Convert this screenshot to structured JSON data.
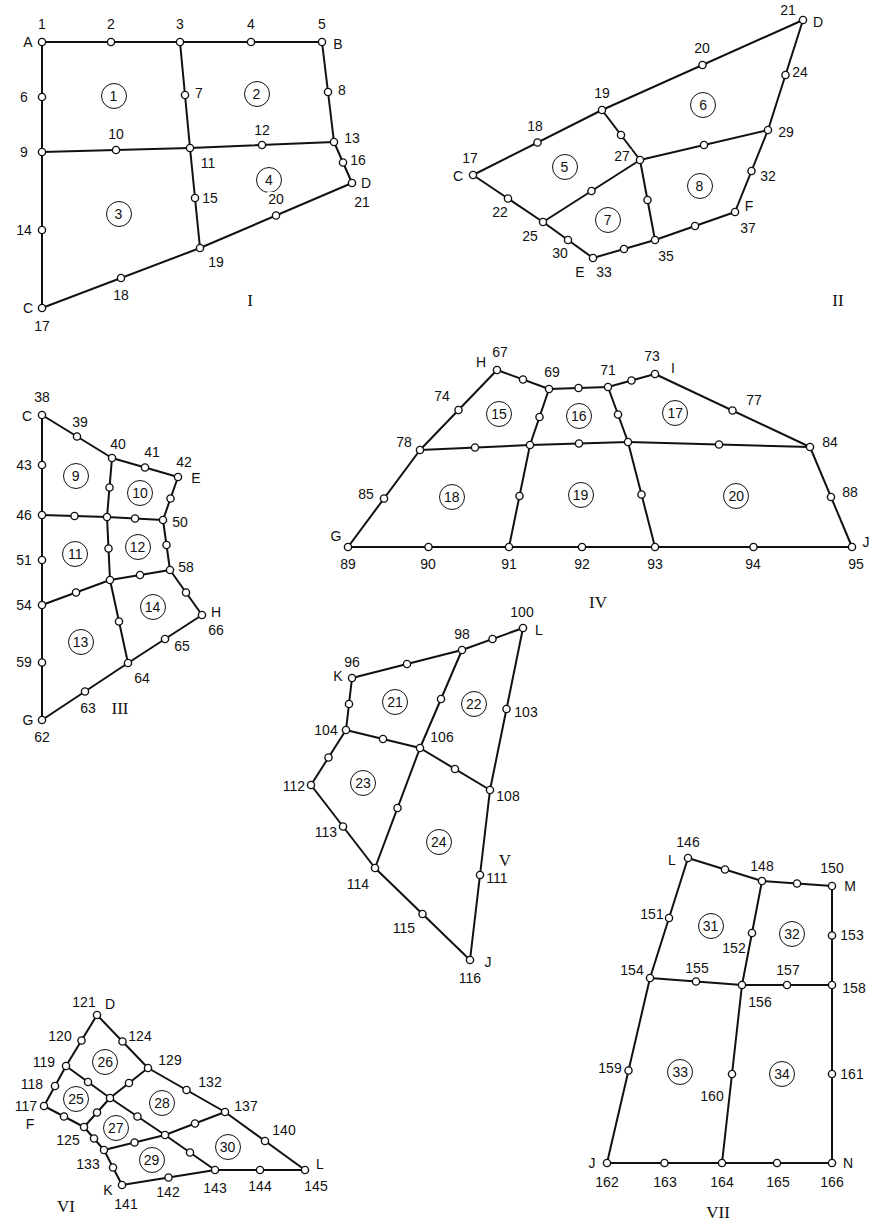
{
  "diagram": {
    "nodes": [
      {
        "text": [
          "1"
        ]
      },
      {
        "text": [
          "2"
        ]
      },
      {
        "text": [
          "3"
        ]
      },
      {
        "text": [
          "4"
        ]
      },
      {
        "text": [
          "5"
        ]
      },
      {
        "text": [
          "6"
        ]
      },
      {
        "text": [
          "7"
        ]
      },
      {
        "text": [
          "8"
        ]
      },
      {
        "text": [
          "9"
        ]
      },
      {
        "text": [
          "10"
        ]
      },
      {
        "text": [
          "11"
        ]
      },
      {
        "text": [
          "12"
        ]
      },
      {
        "text": [
          "13"
        ]
      },
      {
        "text": [
          "14"
        ]
      },
      {
        "text": [
          "15"
        ]
      },
      {
        "text": [
          "16"
        ]
      },
      {
        "text": [
          "17"
        ]
      },
      {
        "text": [
          "18"
        ]
      },
      {
        "text": [
          "19"
        ]
      },
      {
        "text": [
          "20"
        ]
      },
      {
        "text": [
          "21"
        ]
      },
      {
        "text": [
          "22"
        ]
      },
      {
        "text": [
          "23"
        ]
      },
      {
        "text": [
          "24"
        ]
      },
      {
        "text": [
          "25"
        ]
      },
      {
        "text": [
          "26"
        ]
      },
      {
        "text": [
          "27"
        ]
      },
      {
        "text": [
          "28"
        ]
      },
      {
        "text": [
          "29"
        ]
      },
      {
        "text": [
          "30"
        ]
      },
      {
        "text": [
          "31"
        ]
      },
      {
        "text": [
          "32"
        ]
      },
      {
        "text": [
          "33"
        ]
      },
      {
        "text": [
          "34"
        ]
      }
    ],
    "labels": [
      "A",
      "1",
      "2",
      "3",
      "4",
      "5",
      "B",
      "6",
      "7",
      "8",
      "9",
      "10",
      "11",
      "12",
      "13",
      "14",
      "15",
      "16",
      "D",
      "21",
      "20",
      "19",
      "18",
      "C",
      "17",
      "I",
      "C",
      "17",
      "18",
      "19",
      "20",
      "21",
      "D",
      "24",
      "22",
      "25",
      "27",
      "29",
      "32",
      "30",
      "E",
      "33",
      "35",
      "F",
      "37",
      "II",
      "38",
      "C",
      "39",
      "40",
      "41",
      "42",
      "E",
      "43",
      "46",
      "50",
      "51",
      "58",
      "54",
      "H",
      "66",
      "65",
      "59",
      "64",
      "63",
      "G",
      "62",
      "III",
      "H",
      "67",
      "69",
      "71",
      "73",
      "I",
      "74",
      "77",
      "78",
      "84",
      "85",
      "88",
      "G",
      "89",
      "90",
      "91",
      "92",
      "93",
      "94",
      "95",
      "J",
      "IV",
      "K",
      "96",
      "98",
      "100",
      "L",
      "103",
      "104",
      "106",
      "108",
      "111",
      "112",
      "113",
      "114",
      "115",
      "116",
      "J",
      "V",
      "121",
      "D",
      "120",
      "124",
      "119",
      "129",
      "118",
      "132",
      "117",
      "F",
      "137",
      "140",
      "125",
      "133",
      "K",
      "141",
      "142",
      "143",
      "144",
      "145",
      "L",
      "VI",
      "146",
      "L",
      "148",
      "150",
      "M",
      "151",
      "152",
      "153",
      "154",
      "155",
      "157",
      "158",
      "156",
      "159",
      "160",
      "161",
      "J",
      "162",
      "163",
      "164",
      "165",
      "166",
      "N",
      "VII"
    ]
  }
}
